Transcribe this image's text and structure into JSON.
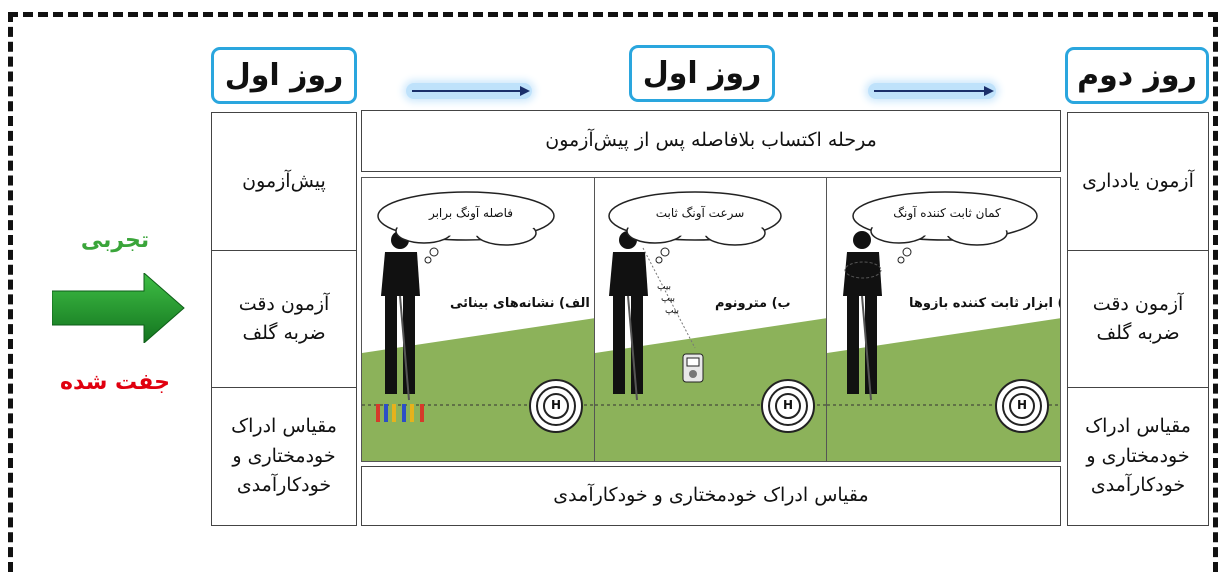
{
  "colors": {
    "day_border": "#2aa6de",
    "experimental_label": "#3aa53a",
    "yoked_label": "#e0000f",
    "big_arrow": "#1f8a2e",
    "grass": "#8cb25a"
  },
  "left_side": {
    "experimental": "تجربی",
    "yoked": "جفت شده",
    "arrow_icon": "green-right-arrow"
  },
  "headers": {
    "left_day": "روز اول",
    "center_day": "روز اول",
    "right_day": "روز دوم"
  },
  "left_column": {
    "pretest": "پیش‌آزمون",
    "accuracy_test": [
      "آزمون دقت",
      "ضربه گلف"
    ],
    "scale": [
      "مقیاس ادراک",
      "خودمختاری و",
      "خودکارآمدی"
    ]
  },
  "center": {
    "acquisition": "مرحله اکتساب بلافاصله پس از پیش‌آزمون",
    "bottom_scale": "مقیاس ادراک خودمختاری و خودکارآمدی",
    "panels": [
      {
        "cloud": "کمان ثابت کننده آونگ",
        "label": "ج) ابزار ثابت کننده بازوها"
      },
      {
        "cloud": "سرعت آونگ ثابت",
        "label": "ب) مترونوم",
        "beeps": [
          "بیپ",
          "بیپ",
          "بیپ"
        ]
      },
      {
        "cloud": "فاصله آونگ برابر",
        "label": "الف) نشانه‌های بینائی"
      }
    ],
    "hole_marker": "H"
  },
  "right_column": {
    "retention": "آزمون یادداری",
    "accuracy_test": [
      "آزمون دقت",
      "ضربه گلف"
    ],
    "scale": [
      "مقیاس ادراک",
      "خودمختاری و",
      "خودکارآمدی"
    ]
  }
}
